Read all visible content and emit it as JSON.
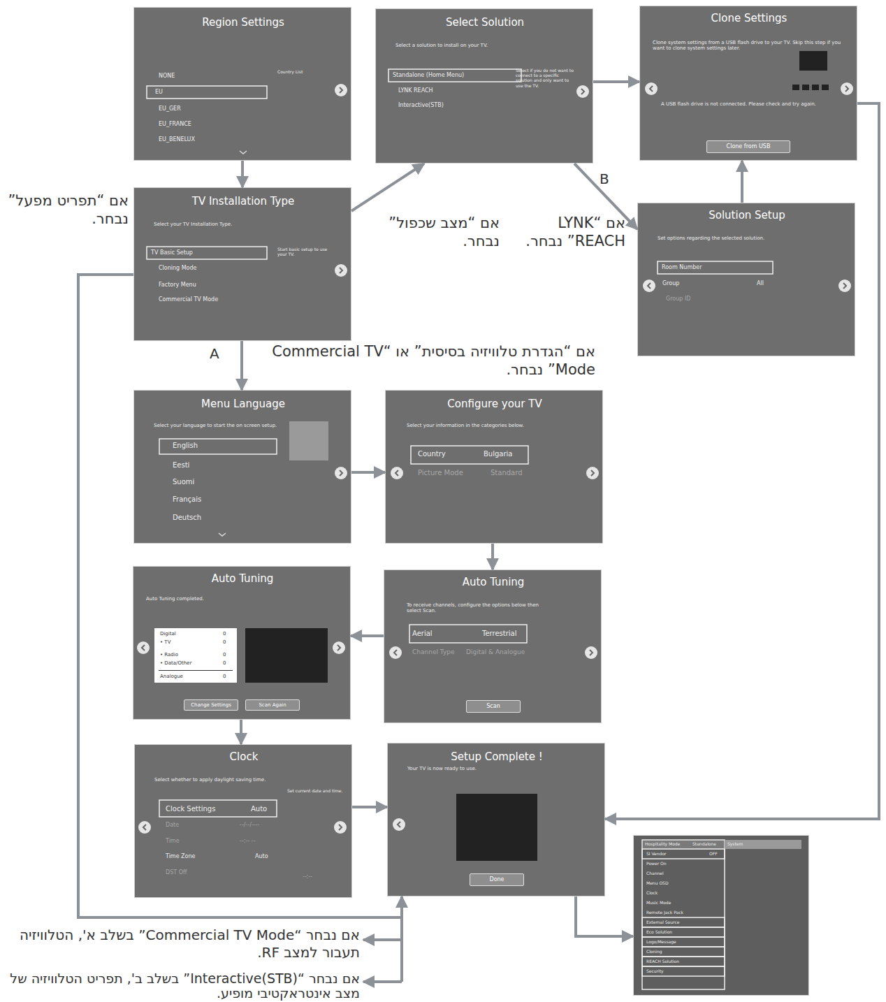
{
  "diagram": {
    "nodes": [
      {
        "text": [
          "Region Settings",
          "NONE",
          "EU",
          "EU_GER",
          "EU_FRANCE",
          "EU_BENELUX",
          "Country List"
        ]
      },
      {
        "text": [
          "Select Solution",
          "Select a solution to install on your TV.",
          "Standalone (Home Menu)",
          "LYNK REACH",
          "Interactive(STB)",
          "Select if you do not want to connect to a specific solution and only want to use the TV."
        ]
      },
      {
        "text": [
          "Clone Settings",
          "Clone system settings from a USB flash drive to your TV. Skip this step if you want to clone system settings later.",
          "A USB flash drive is not connected. Please check and try again.",
          "Clone from USB"
        ]
      },
      {
        "text": [
          "TV Installation Type",
          "Select your TV Installation Type.",
          "TV Basic Setup",
          "Cloning Mode",
          "Factory Menu",
          "Commercial TV Mode",
          "Start basic setup to use your TV."
        ]
      },
      {
        "text": [
          "Solution Setup",
          "Set options regarding the selected solution.",
          "Room Number",
          "Group",
          "All",
          "Group ID"
        ]
      },
      {
        "text": [
          "Menu Language",
          "Select your language to start the on screen setup.",
          "English",
          "Eesti",
          "Suomi",
          "Français",
          "Deutsch"
        ]
      },
      {
        "text": [
          "Configure your TV",
          "Select your information in the categories below.",
          "Country",
          "Bulgaria",
          "Picture Mode",
          "Standard"
        ]
      },
      {
        "text": [
          "Auto Tuning",
          "To receive channels, configure the options below then select Scan.",
          "Aerial",
          "Terrestrial",
          "Channel Type",
          "Digital & Analogue",
          "Scan"
        ]
      },
      {
        "text": [
          "Auto Tuning",
          "Auto Tuning completed.",
          "Digital",
          "0",
          "• TV",
          "0",
          "• Radio",
          "0",
          "• Data/Other",
          "0",
          "Analogue",
          "0",
          "Change Settings",
          "Scan Again"
        ]
      },
      {
        "text": [
          "Clock",
          "Select whether to apply daylight saving time.",
          "Clock Settings",
          "Auto",
          "Date",
          "--/--/----",
          "Time",
          "--:-- --",
          "Time Zone",
          "Auto",
          "DST Off",
          "--:--",
          "Set current date and time."
        ]
      },
      {
        "text": [
          "Setup Complete !",
          "Your TV is now ready to use.",
          "Done"
        ]
      },
      {
        "text": [
          "Hospitality Mode",
          "Standalone",
          "System",
          "SI Vendor",
          "OFF",
          "Power On",
          "Channel",
          "Menu OSD",
          "Clock",
          "Music Mode",
          "Remote Jack Pack",
          "External Source",
          "Eco Solution",
          "Logo/Message",
          "Cloning",
          "REACH Solution",
          "Security"
        ]
      }
    ],
    "edges": [
      {
        "from": 0,
        "to": 3,
        "arrow": "to"
      },
      {
        "from": 3,
        "to": 1,
        "label": "אם “מצב שכפול” נבחר.",
        "arrow": "to"
      },
      {
        "from": 1,
        "to": 2,
        "arrow": "to"
      },
      {
        "from": 1,
        "to": 4,
        "label": "אם “LYNK REACH” נבחר.",
        "arrow": "to"
      },
      {
        "from": 4,
        "to": 2,
        "arrow": "to"
      },
      {
        "from": 2,
        "to": 10,
        "arrow": "to"
      },
      {
        "from": 3,
        "to": 5,
        "arrow": "to"
      },
      {
        "from": 3,
        "to": 10,
        "label": "אם “תפריט מפעל” נבחר.",
        "arrow": "to"
      },
      {
        "from": 5,
        "to": 6,
        "arrow": "to"
      },
      {
        "from": 6,
        "to": 7,
        "arrow": "to"
      },
      {
        "from": 7,
        "to": 8,
        "arrow": "to"
      },
      {
        "from": 8,
        "to": 9,
        "arrow": "to"
      },
      {
        "from": 9,
        "to": 10,
        "arrow": "to"
      },
      {
        "from": 10,
        "to": 11,
        "arrow": "to"
      }
    ],
    "labels": [
      "B",
      "A",
      "אם “הגדרת טלוויזיה בסיסית” או “Commercial TV Mode” נבחר.",
      "אם נבחר “Commercial TV Mode” בשלב א', הטלוויזיה תעבור למצב RF.",
      "אם נבחר “Interactive(STB)” בשלב ב', תפריט הטלוויזיה של מצב אינטראקטיבי מופיע."
    ]
  }
}
